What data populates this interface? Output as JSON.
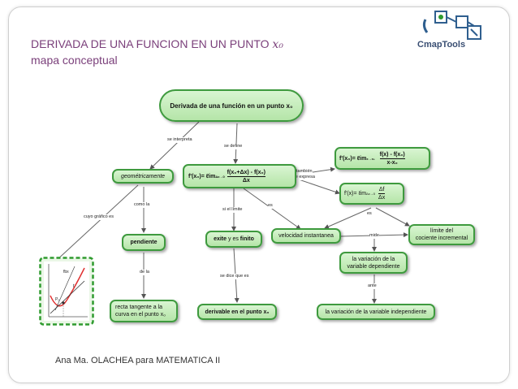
{
  "slide": {
    "title": "DERIVADA DE UNA FUNCION EN UN PUNTO",
    "title_symbol": "x₀",
    "subtitle": "mapa conceptual",
    "footer": "Ana Ma. OLACHEA para MATEMATICA II"
  },
  "logo": {
    "text": "CmapTools"
  },
  "map": {
    "nodes": {
      "root": "Derivada de una función en un punto x₀",
      "geometric": "geométricamente",
      "definition_lhs": "f'(x₀)= ℓim",
      "definition_sub": "Δx→0",
      "definition_num": "f(x₀+Δx) - f(x₀)",
      "definition_den": "Δx",
      "alt1_lhs": "f'(x₀)= ℓim",
      "alt1_sub": "x→x₀",
      "alt1_num": "f(x) - f(x₀)",
      "alt1_den": "x-x₀",
      "alt2_lhs": "f'(x)= ℓim",
      "alt2_sub": "Δx→0",
      "alt2_num": "Δf",
      "alt2_den": "Δx",
      "pendiente": "pendiente",
      "exists_a": "exite",
      "exists_b": "y es",
      "exists_c": "finito",
      "velocidad": "velocidad instantanea",
      "limite_line1": "límite del",
      "limite_line2": "cociente incremental",
      "variacion_dep_line1": "la variación de la",
      "variacion_dep_line2": "variable dependiente",
      "recta_line1": "recta tangente a la",
      "recta_line2": "curva en el punto",
      "recta_x": "x₀",
      "derivable": "derivable en el punto",
      "derivable_x": "x₀",
      "variacion_ind": "la variación de la variable independiente"
    },
    "links": {
      "se_interpreta": "se interpreta",
      "se_define": "se define",
      "tambien_1": "también",
      "tambien_2": "se expresa",
      "es": "es",
      "si_el_limite": "si el límite",
      "es_2": "es",
      "como_la": "como la",
      "cuyo_grafico": "cuyo gráfico es",
      "de_la": "de la",
      "se_dice_que": "se dice que es",
      "mide": "mide",
      "ante": "ante"
    },
    "graph_labels": {
      "secant": "fbx",
      "point": "P₀",
      "tangent": "t"
    }
  },
  "colors": {
    "title": "#7a3f7a",
    "node_border": "#3e9a3e",
    "node_fill": "#c5ecb9",
    "graph_border": "#2f9b2f",
    "curve": "#e03030"
  }
}
